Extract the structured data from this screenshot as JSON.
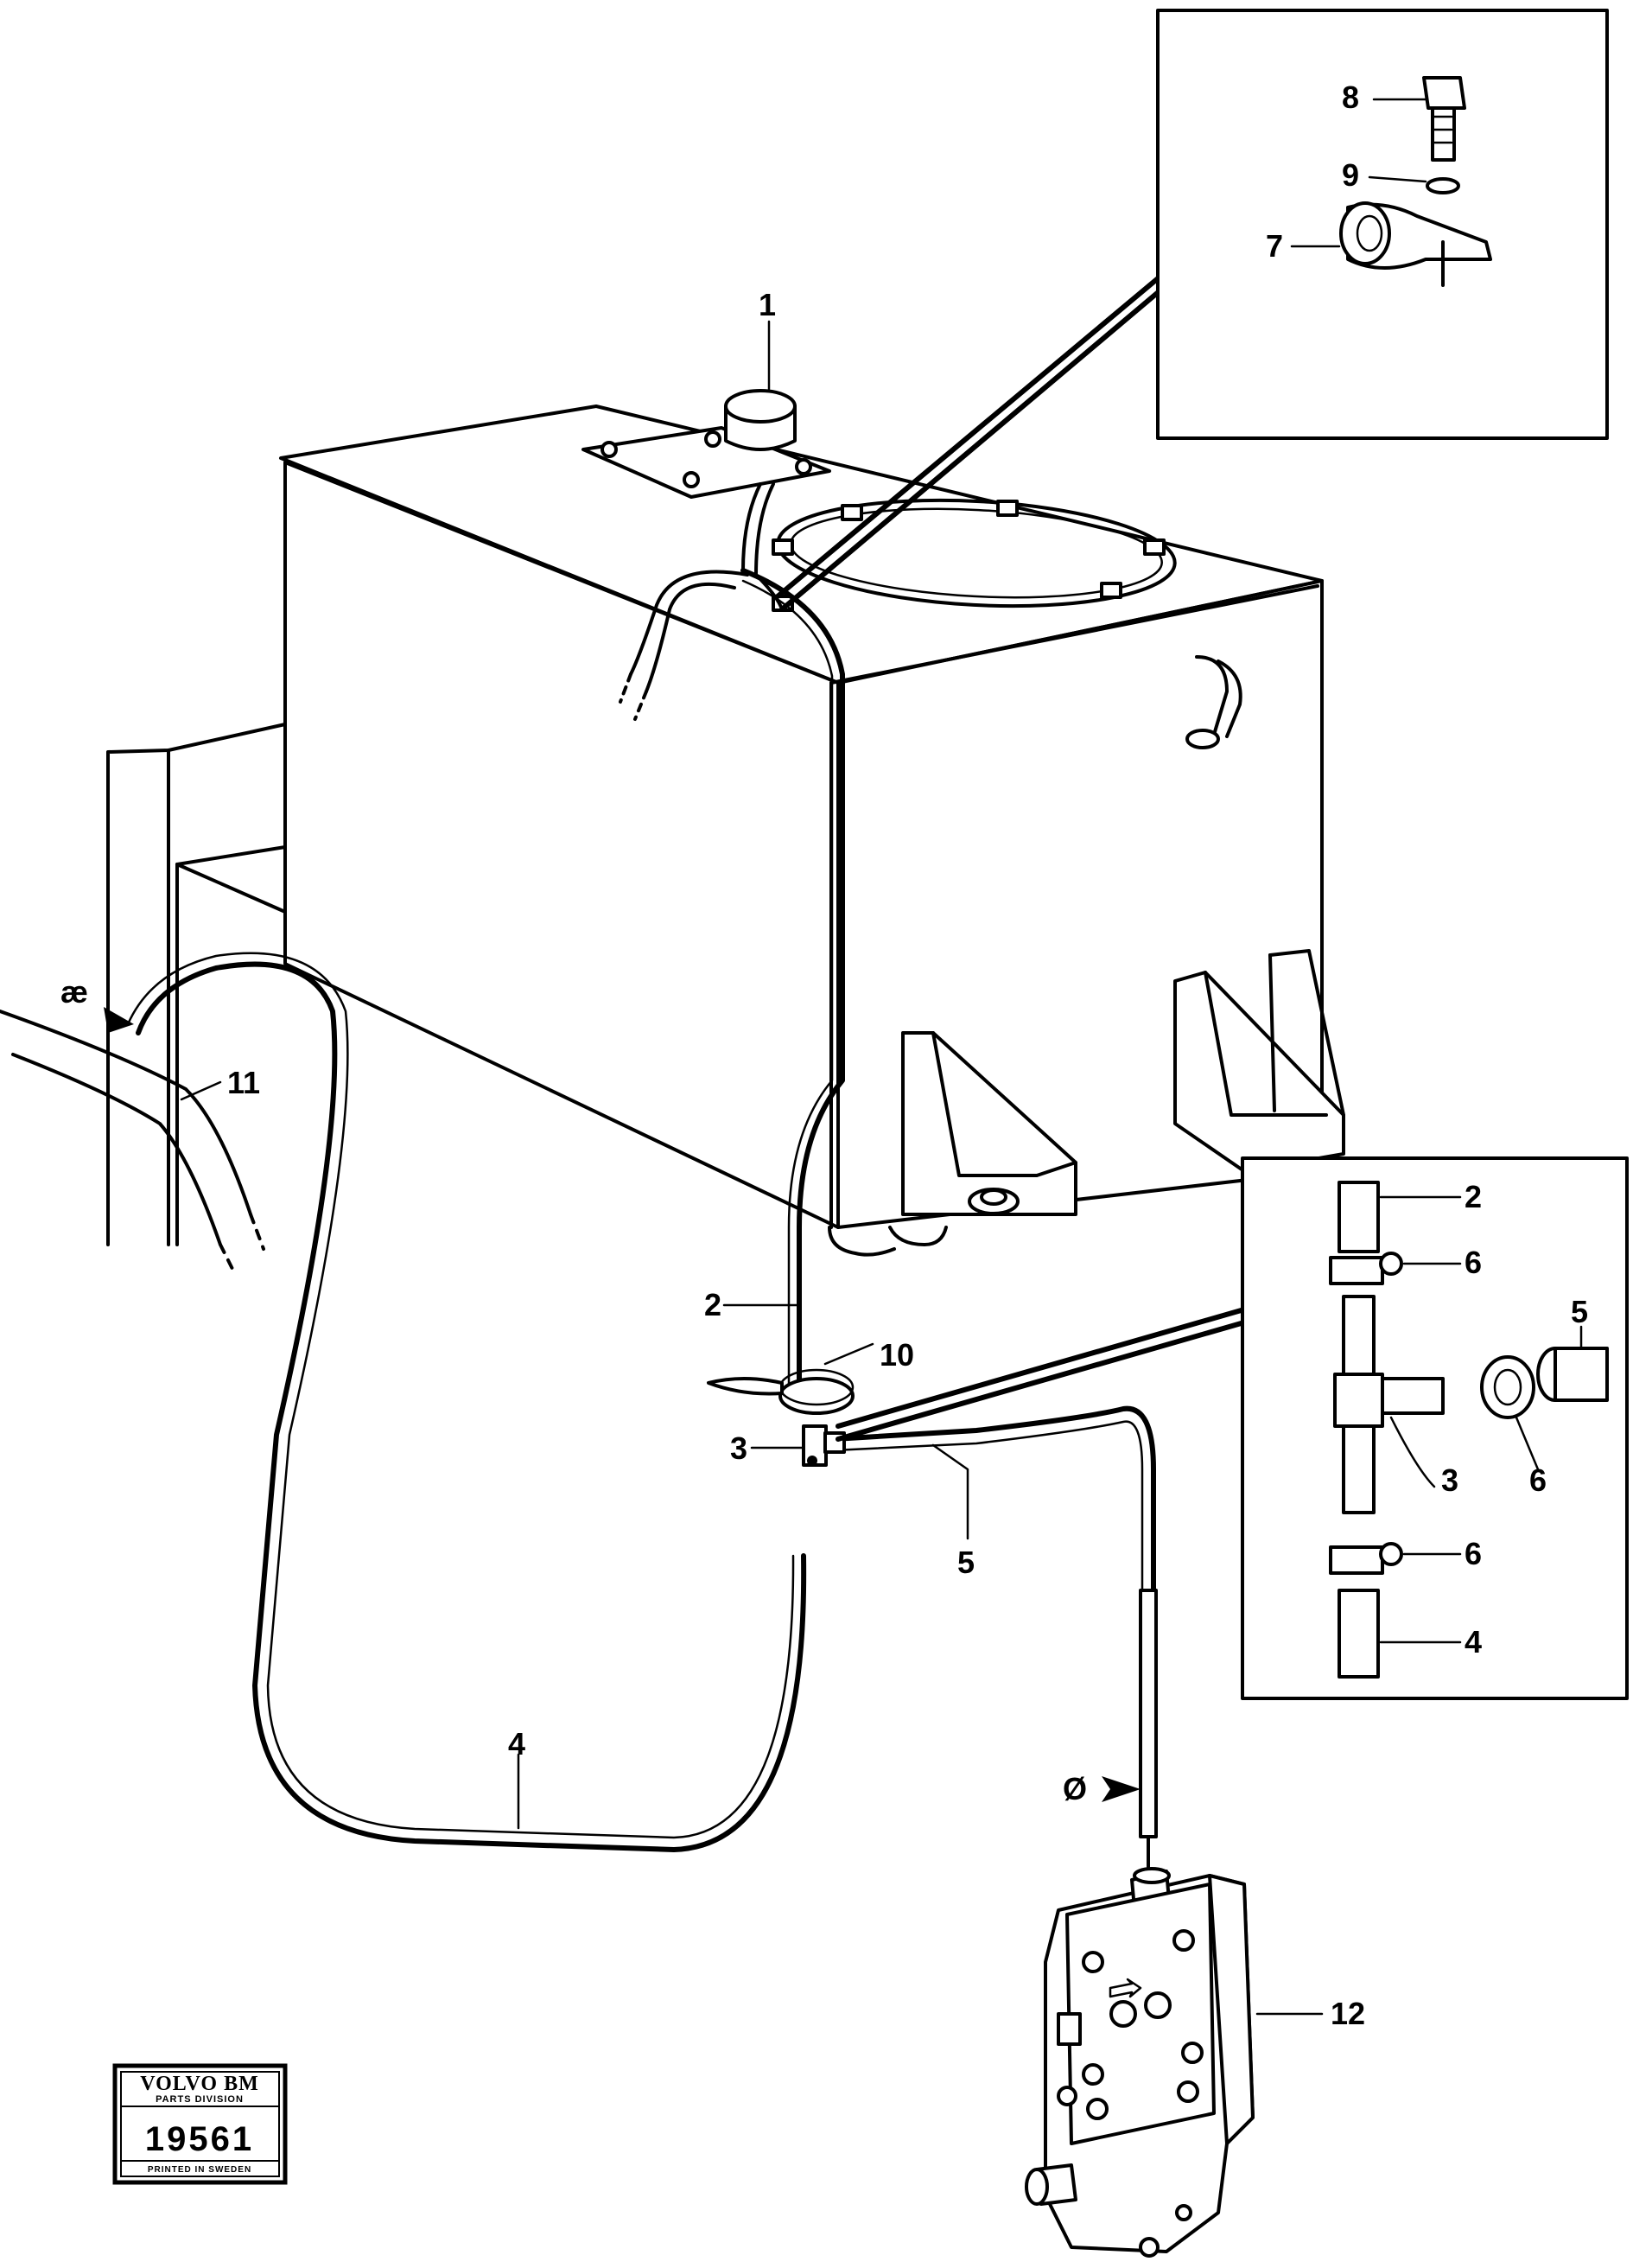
{
  "callouts": {
    "c1": "1",
    "c2": "2",
    "c3": "3",
    "c4": "4",
    "c5": "5",
    "c6": "6",
    "c7": "7",
    "c8": "8",
    "c9": "9",
    "c10": "10",
    "c11": "11",
    "c12": "12"
  },
  "markers": {
    "ae": "æ",
    "oslash": "Ø"
  },
  "stamp": {
    "brand": "VOLVO BM",
    "division": "PARTS DIVISION",
    "number": "19561",
    "printed": "PRINTED IN SWEDEN"
  }
}
